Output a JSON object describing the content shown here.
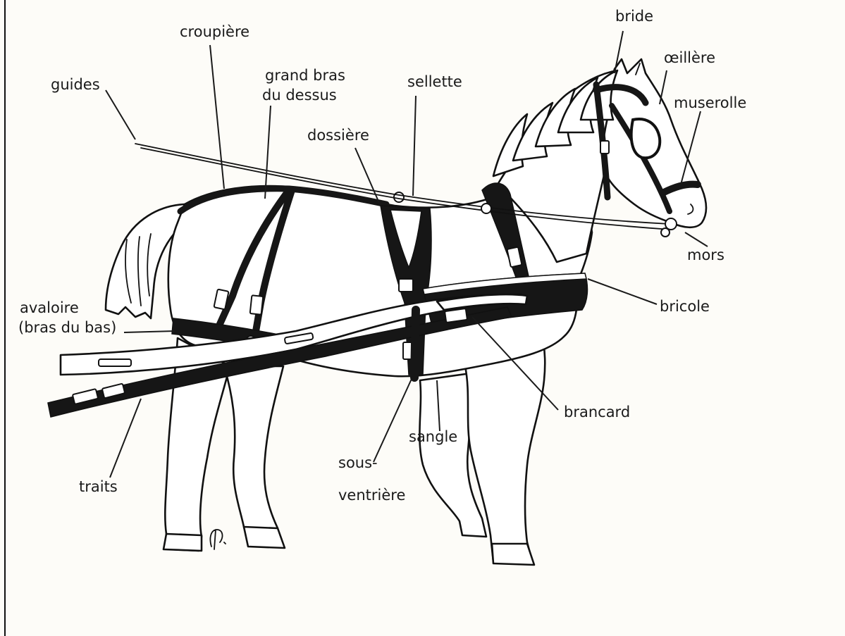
{
  "diagram": {
    "labels": {
      "croupiere": "croupière",
      "guides": "guides",
      "grand_bras_line1": "grand bras",
      "grand_bras_line2": "du dessus",
      "sellette": "sellette",
      "dossiere": "dossière",
      "bride": "bride",
      "oeillere": "œillère",
      "muserolle": "muserolle",
      "mors": "mors",
      "bricole": "bricole",
      "avaloire_line1": "avaloire",
      "avaloire_line2": "(bras du bas)",
      "brancard": "brancard",
      "sangle": "sangle",
      "sous_ventriere_line1": "sous-",
      "sous_ventriere_line2": "ventrière",
      "traits": "traits"
    },
    "colors": {
      "ink": "#161616",
      "paper": "#fdfcf8"
    }
  }
}
